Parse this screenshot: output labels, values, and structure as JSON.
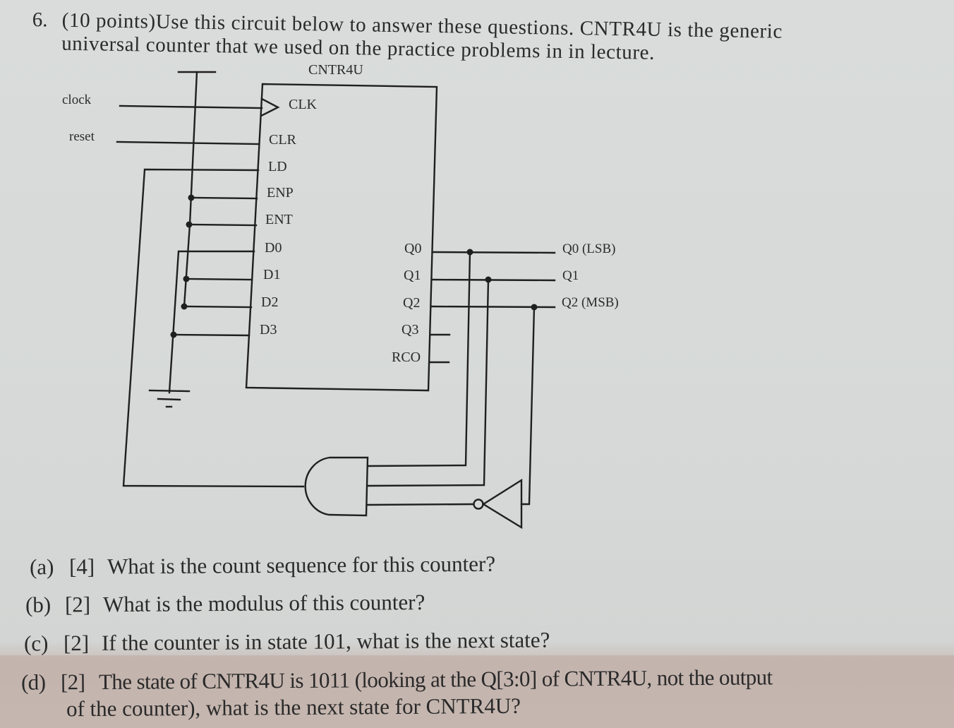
{
  "problem": {
    "number": "6.",
    "line1": "(10 points)Use this circuit below to answer these questions.  CNTR4U is the generic",
    "line2": "universal counter that we used on the practice problems in in lecture."
  },
  "diagram": {
    "title": "CNTR4U",
    "inputs": {
      "clock": "clock",
      "reset": "reset"
    },
    "left_pins": [
      "CLK",
      "CLR",
      "LD",
      "ENP",
      "ENT",
      "D0",
      "D1",
      "D2",
      "D3"
    ],
    "right_pins": [
      "Q0",
      "Q1",
      "Q2",
      "Q3",
      "RCO"
    ],
    "outputs": [
      "Q0 (LSB)",
      "Q1",
      "Q2 (MSB)"
    ],
    "components": [
      "4-bit counter CNTR4U",
      "3-input AND gate",
      "inverter",
      "VCC rail",
      "ground"
    ],
    "connections": {
      "ENP": "VCC",
      "ENT": "VCC",
      "D1": "VCC",
      "D2": "VCC",
      "D0": "GND",
      "D3": "GND",
      "AND_inputs": [
        "Q0",
        "Q1",
        "NOT Q2"
      ],
      "AND_output": "LD"
    }
  },
  "questions": [
    {
      "tag": "(a)",
      "points": "[4]",
      "text": "What is the count sequence for this counter?"
    },
    {
      "tag": "(b)",
      "points": "[2]",
      "text": "What is the modulus of this counter?"
    },
    {
      "tag": "(c)",
      "points": "[2]",
      "text": "If the counter is in state 101, what is the next state?"
    },
    {
      "tag": "(d)",
      "points": "[2]",
      "text": "The state of CNTR4U is 1011 (looking at the Q[3:0] of CNTR4U, not the output",
      "continuation": "of the counter), what is the next state for CNTR4U?"
    }
  ]
}
